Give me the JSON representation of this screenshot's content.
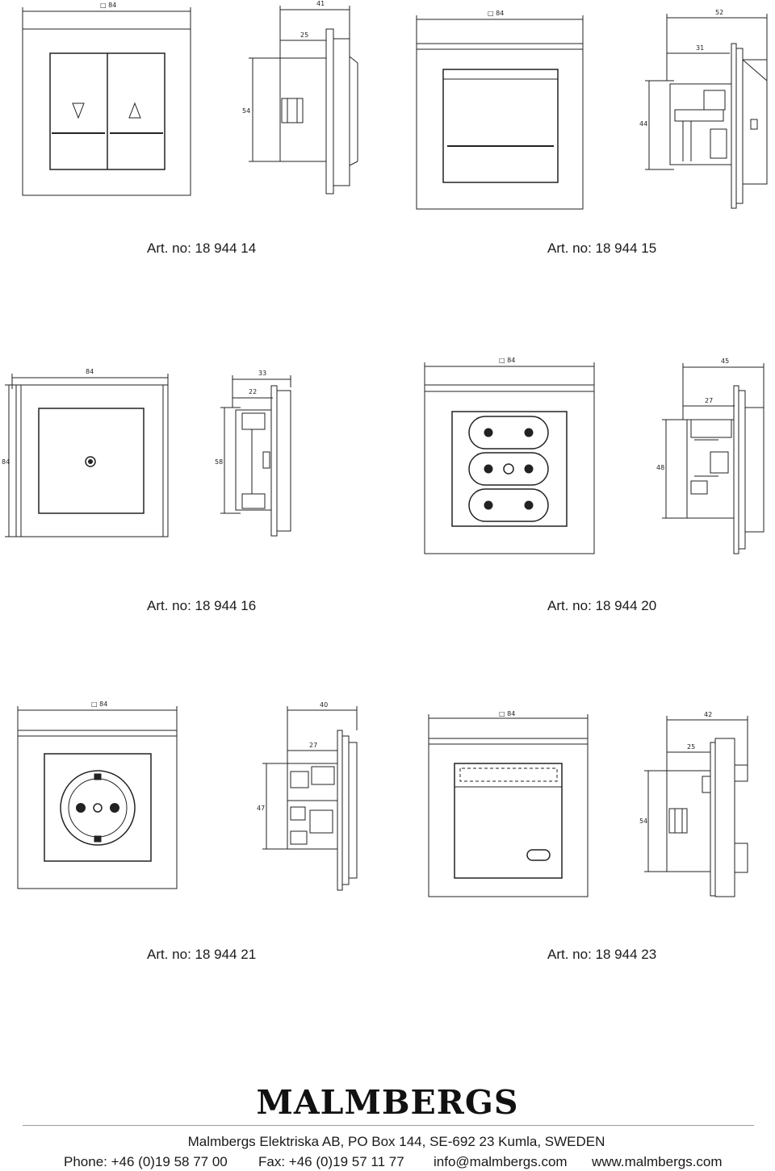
{
  "dimensions": {
    "d1_front_width": "□ 84",
    "d1_side_depth": "41",
    "d1_side_inner": "25",
    "d1_side_height": "54",
    "d2_front_width": "□ 84",
    "d2_side_depth": "52",
    "d2_side_inner": "31",
    "d2_side_height": "44",
    "d3_front_width": "84",
    "d3_front_height": "84",
    "d3_side_depth": "33",
    "d3_side_inner": "22",
    "d3_side_height": "58",
    "d4_front_width": "□ 84",
    "d4_side_depth": "45",
    "d4_side_inner": "27",
    "d4_side_height": "48",
    "d5_front_width": "□ 84",
    "d5_side_depth": "40",
    "d5_side_inner": "27",
    "d5_side_height": "47",
    "d6_front_width": "□ 84",
    "d6_side_depth": "42",
    "d6_side_inner": "25",
    "d6_side_height": "54"
  },
  "captions": [
    "Art. no: 18 944 14",
    "Art. no: 18 944 15",
    "Art. no: 18 944 16",
    "Art. no: 18 944 20",
    "Art. no: 18 944 21",
    "Art. no: 18 944 23"
  ],
  "footer": {
    "logo": "MALMBERGS",
    "address": "Malmbergs Elektriska AB, PO Box 144, SE-692 23 Kumla, SWEDEN",
    "phone": "Phone: +46 (0)19 58 77 00",
    "fax": "Fax: +46 (0)19 57 11 77",
    "email": "info@malmbergs.com",
    "web": "www.malmbergs.com"
  }
}
